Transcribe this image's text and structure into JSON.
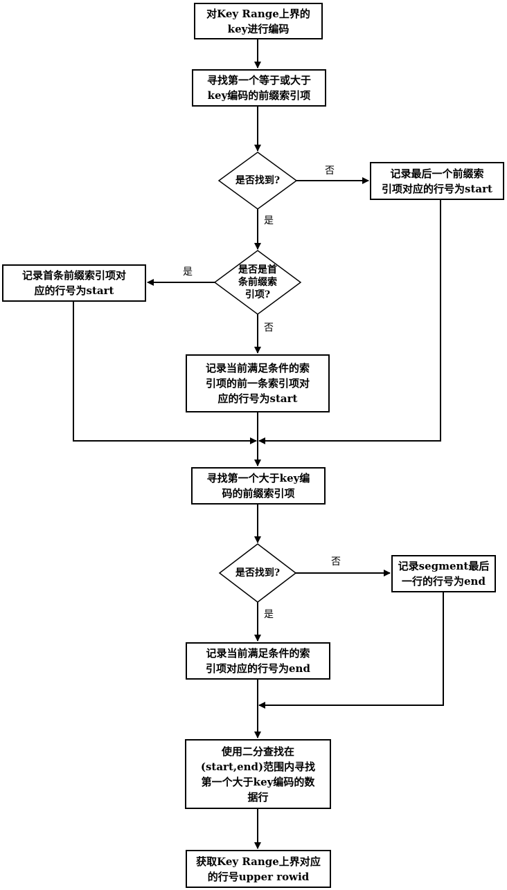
{
  "nodes": {
    "encode_key": "对Key Range上界的\nkey进行编码",
    "find_ge": "寻找第一个等于或大于\nkey编码的前缀索引项",
    "found1": "是否找到?",
    "record_last": "记录最后一个前缀索\n引项对应的行号为start",
    "is_first": "是否是首\n条前缀索\n引项?",
    "record_first": "记录首条前缀索引项对\n应的行号为start",
    "record_prev": "记录当前满足条件的索\n引项的前一条索引项对\n应的行号为start",
    "find_gt": "寻找第一个大于key编\n码的前缀索引项",
    "found2": "是否找到?",
    "record_seg_last": "记录segment最后\n一行的行号为end",
    "record_cur_end": "记录当前满足条件的索\n引项对应的行号为end",
    "binary_search": "使用二分查找在\n(start,end)范围内寻找\n第一个大于key编码的数\n据行",
    "get_upper": "获取Key Range上界对应\n的行号upper rowid"
  },
  "edge_labels": {
    "found1_no": "否",
    "found1_yes": "是",
    "is_first_yes": "是",
    "is_first_no": "否",
    "found2_no": "否",
    "found2_yes": "是"
  }
}
